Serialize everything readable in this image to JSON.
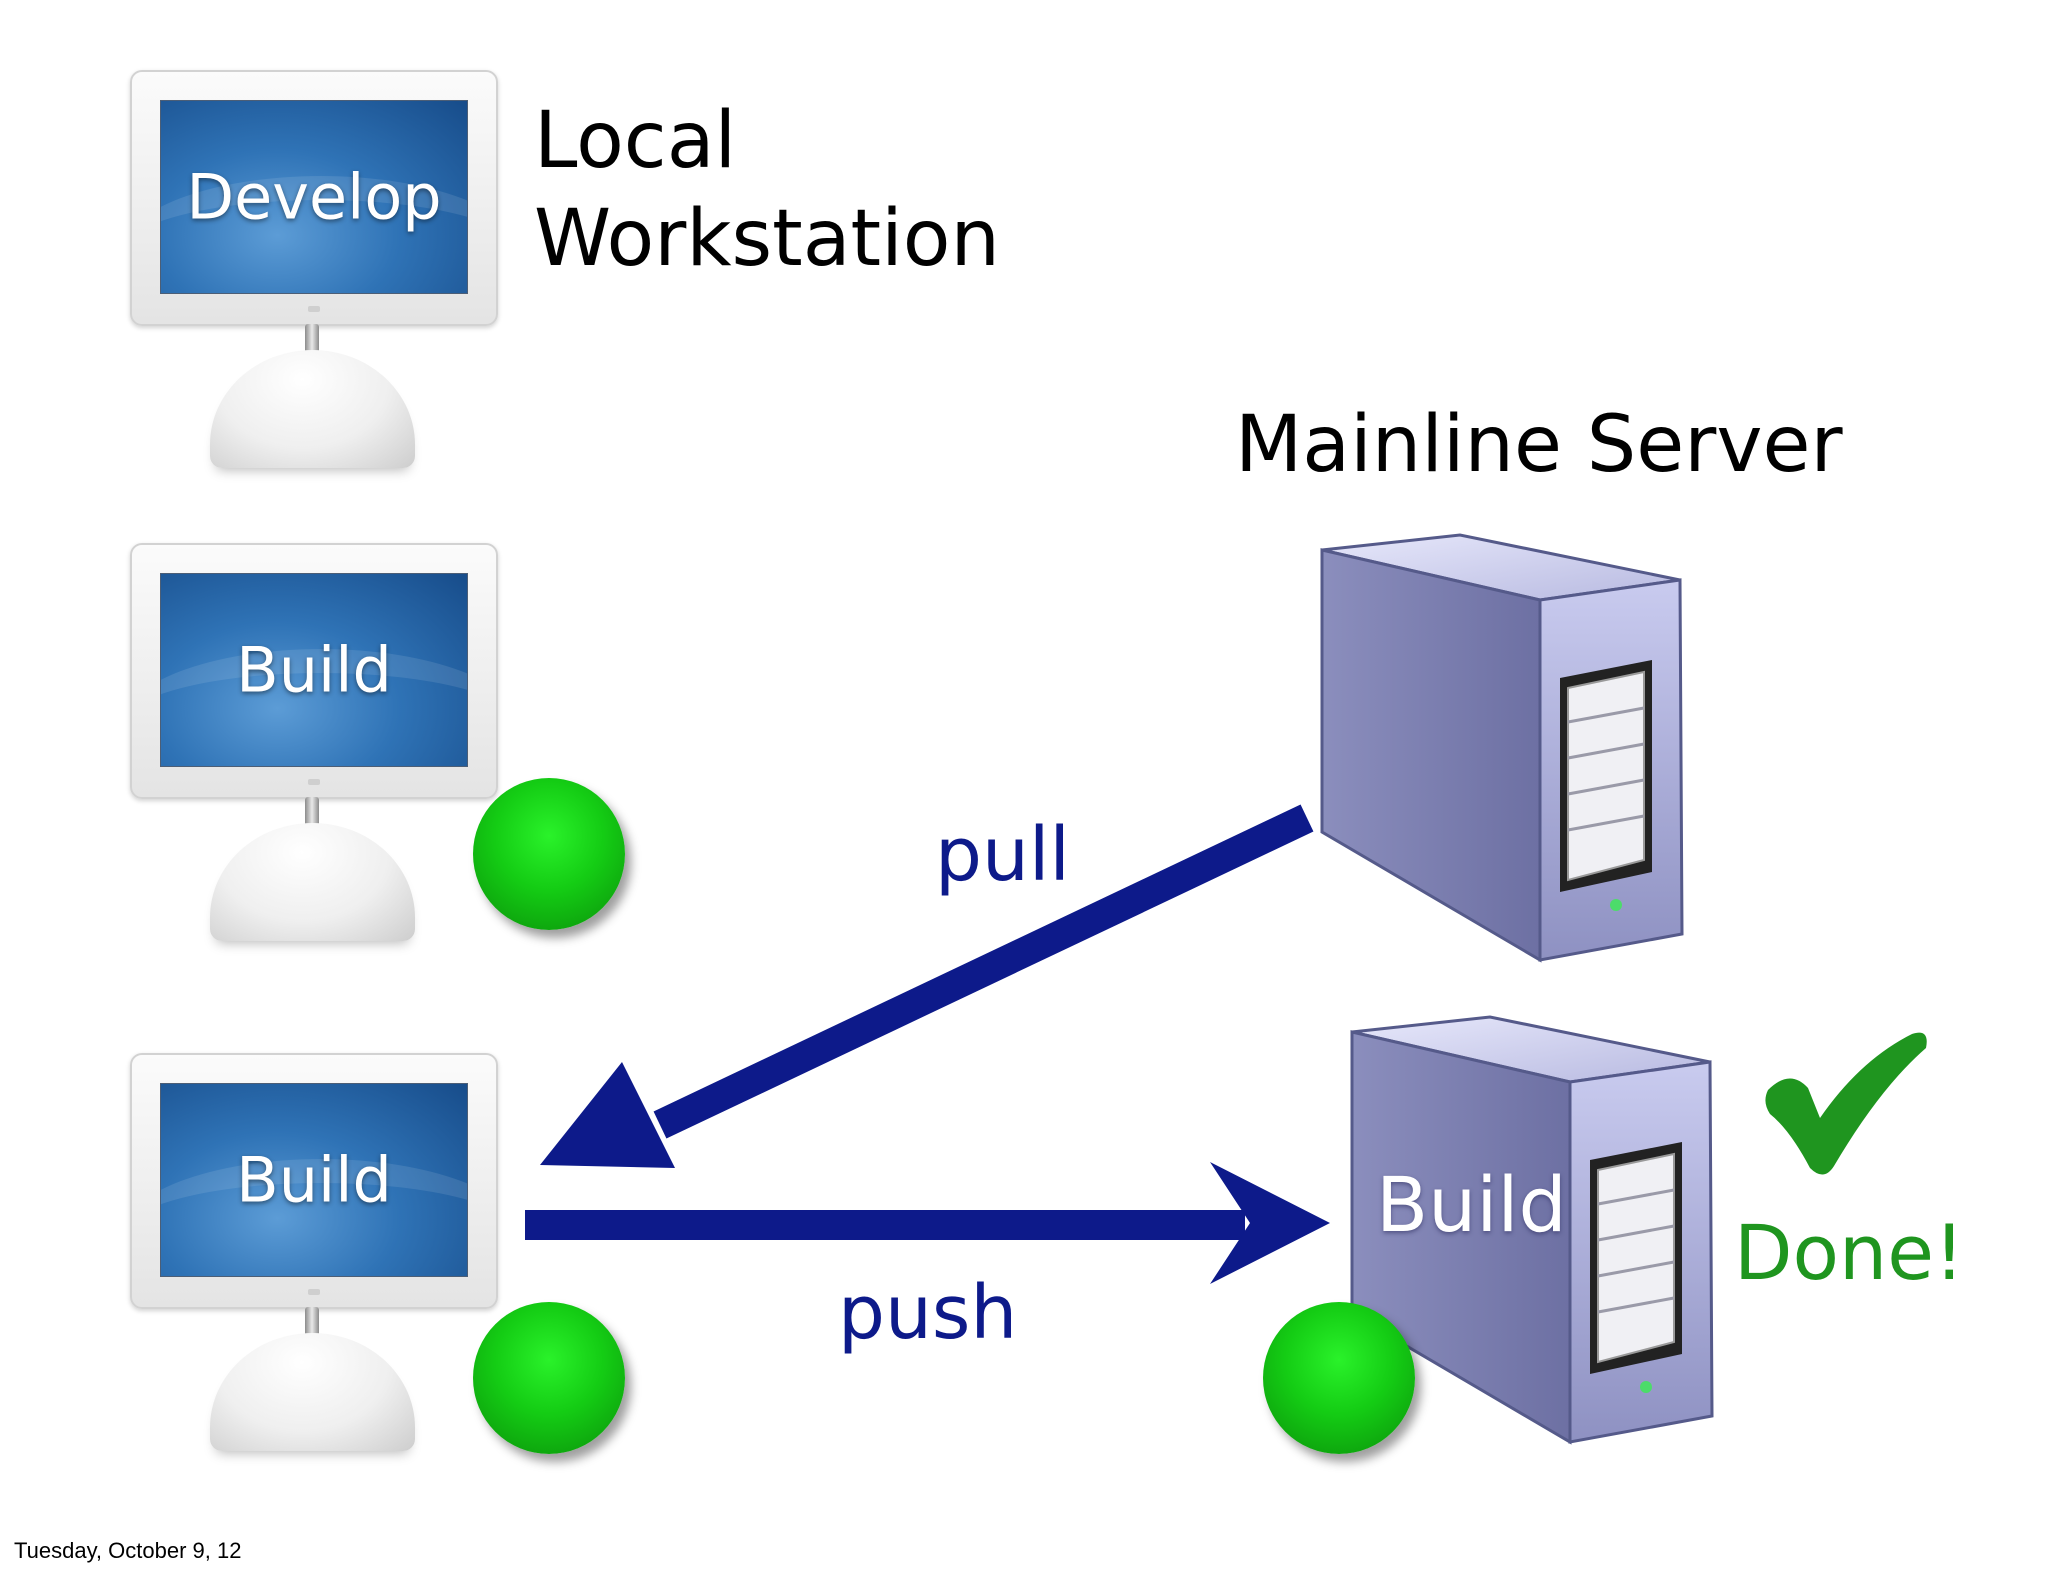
{
  "workstation_heading": [
    "Local",
    "Workstation"
  ],
  "server_heading": "Mainline Server",
  "computers": {
    "develop": "Develop",
    "build_top": "Build",
    "build_bottom": "Build"
  },
  "server_build_label": "Build",
  "arrows": {
    "pull": "pull",
    "push": "push"
  },
  "done_label": "Done!",
  "checkmark": "✔",
  "footer_date": "Tuesday, October 9, 12",
  "colors": {
    "arrow": "#0d1a8a",
    "status_ok": "#14cc14",
    "done": "#1f951f",
    "screen": "#2f73b6",
    "server_body": "#a9acd3"
  },
  "icons": [
    "imac-icon",
    "server-icon",
    "status-dot-icon",
    "checkmark-icon",
    "arrow-icon"
  ]
}
